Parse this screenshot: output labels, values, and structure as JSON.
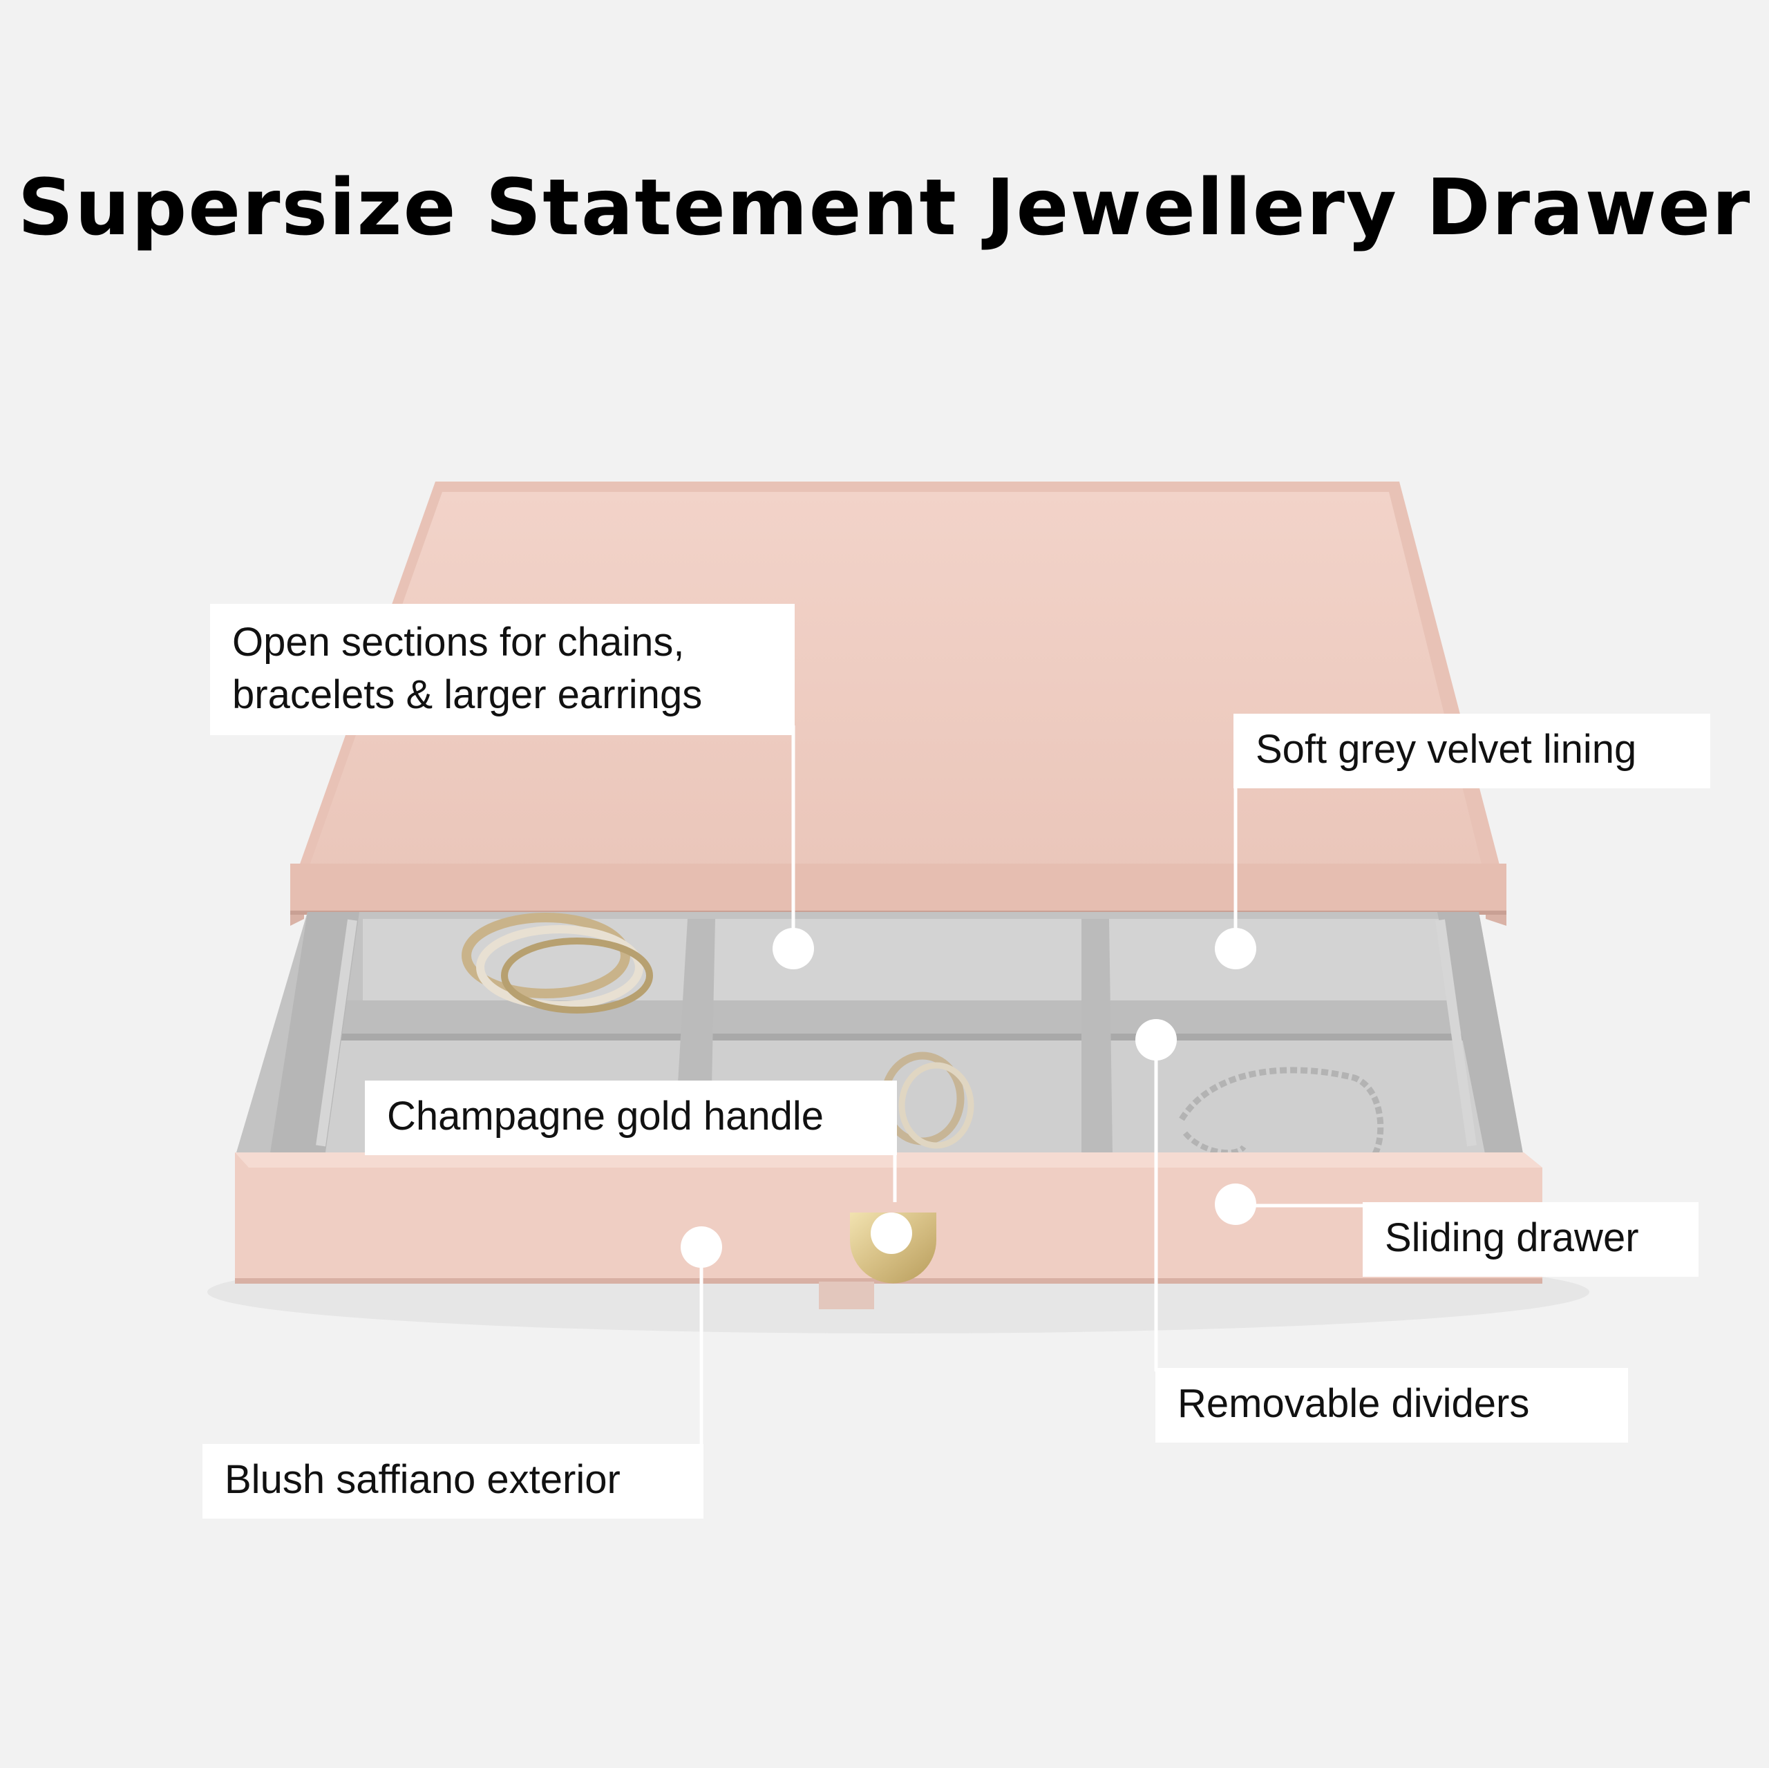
{
  "title": "Supersize Statement Jewellery Drawer",
  "colors": {
    "background": "#f2f2f2",
    "blush": "#efcdc2",
    "velvet_grey": "#c9c9c9",
    "gold": "#d9c58f"
  },
  "callouts": {
    "open_sections": {
      "line1": "Open sections for chains,",
      "line2": "bracelets & larger earrings"
    },
    "velvet_lining": "Soft grey velvet lining",
    "handle": "Champagne gold handle",
    "sliding_drawer": "Sliding drawer",
    "dividers": "Removable dividers",
    "exterior": "Blush saffiano exterior"
  }
}
